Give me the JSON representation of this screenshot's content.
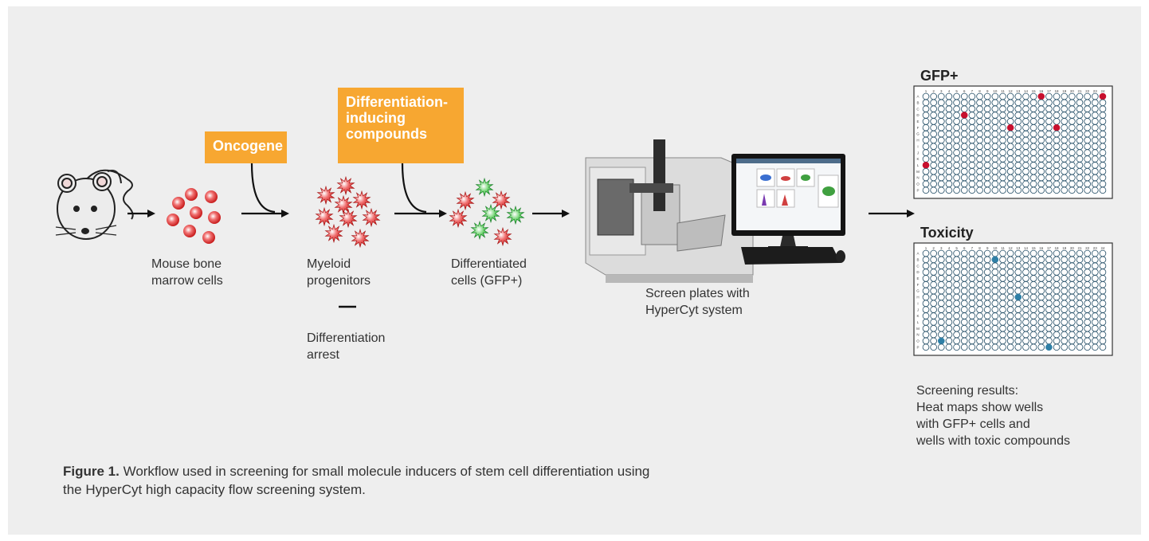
{
  "tags": {
    "oncogene": "Oncogene",
    "compounds": "Differentiation-\ninducing\ncompounds"
  },
  "steps": {
    "bone_marrow": "Mouse bone\nmarrow cells",
    "myeloid": "Myeloid\nprogenitors",
    "arrest": "Differentiation\narrest",
    "differentiated": "Differentiated\ncells (GFP+)",
    "hypercyt": "Screen plates with\nHyperCyt system"
  },
  "plates": {
    "gfp": {
      "title": "GFP+",
      "hit_color": "#c8102e",
      "hits": [
        [
          0,
          15
        ],
        [
          0,
          23
        ],
        [
          3,
          5
        ],
        [
          5,
          11
        ],
        [
          5,
          17
        ],
        [
          11,
          0
        ]
      ]
    },
    "toxicity": {
      "title": "Toxicity",
      "hit_color": "#2f7fa6",
      "hits": [
        [
          1,
          9
        ],
        [
          7,
          12
        ],
        [
          14,
          2
        ],
        [
          15,
          16
        ]
      ]
    },
    "column_labels": [
      "1",
      "2",
      "3",
      "4",
      "5",
      "6",
      "7",
      "8",
      "9",
      "10",
      "11",
      "12",
      "13",
      "14",
      "15",
      "16",
      "17",
      "18",
      "19",
      "20",
      "21",
      "22",
      "23",
      "24"
    ],
    "row_labels": [
      "A",
      "B",
      "C",
      "D",
      "E",
      "F",
      "G",
      "H",
      "I",
      "J",
      "K",
      "L",
      "M",
      "N",
      "O",
      "P"
    ]
  },
  "results": "Screening results:\nHeat maps show wells\nwith GFP+ cells and\nwells with toxic compounds",
  "caption": {
    "label": "Figure 1.",
    "text": " Workflow used in screening for small molecule inducers of stem cell differentiation using the HyperCyt high capacity flow screening system."
  },
  "colors": {
    "red_cell": "#d42a2a",
    "green_cell": "#2aa23a",
    "well_outline": "#1f4a63",
    "tag_orange": "#f7a731"
  }
}
